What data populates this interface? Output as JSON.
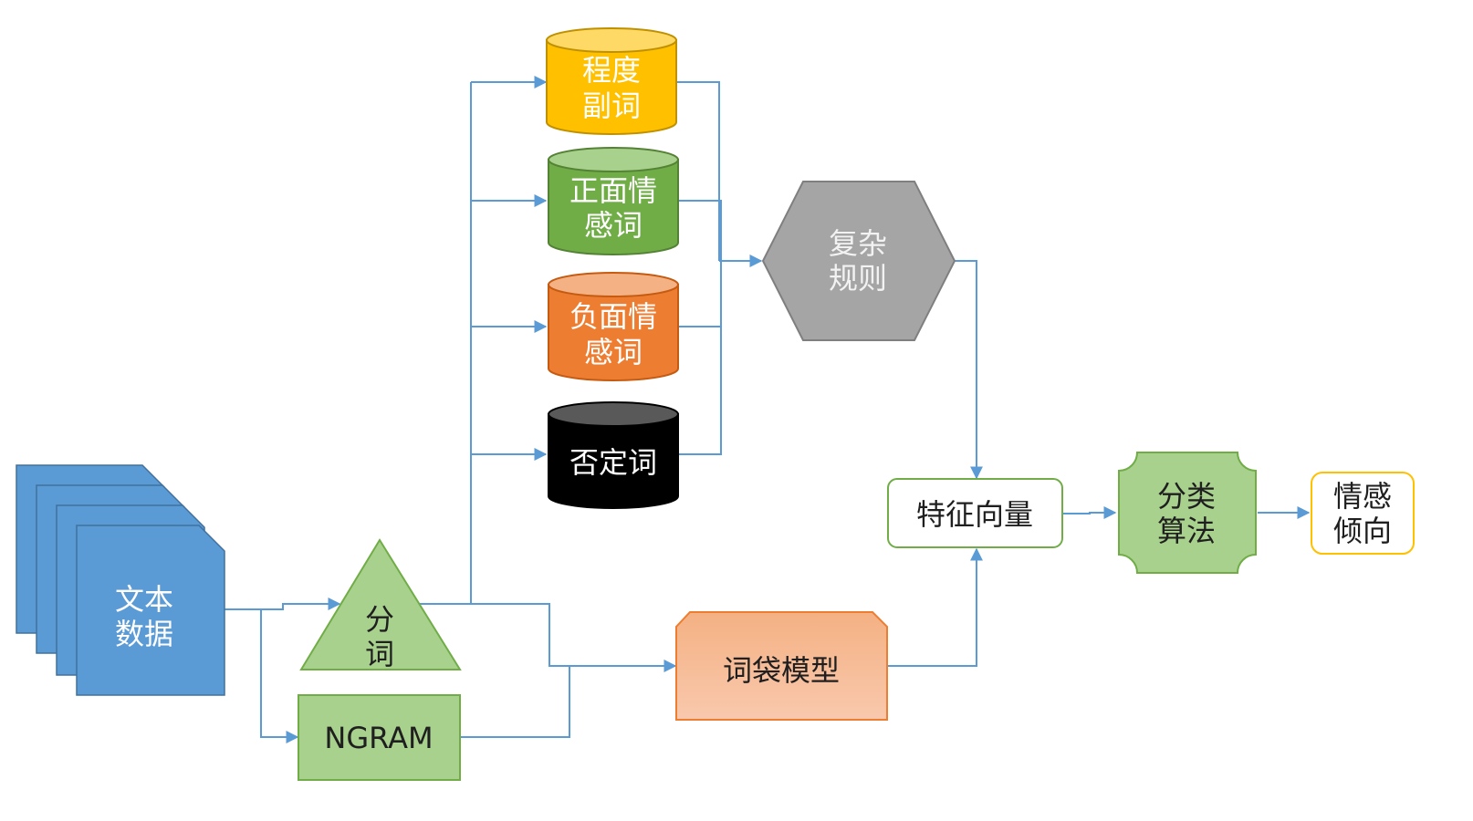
{
  "nodes": {
    "text_data": {
      "line1": "文本",
      "line2": "数据"
    },
    "segment": {
      "line1": "分",
      "line2": "词"
    },
    "ngram": {
      "label": "NGRAM"
    },
    "degree_adv": {
      "line1": "程度",
      "line2": "副词"
    },
    "positive": {
      "line1": "正面情",
      "line2": "感词"
    },
    "negative": {
      "line1": "负面情",
      "line2": "感词"
    },
    "negation": {
      "label": "否定词"
    },
    "complex": {
      "line1": "复杂",
      "line2": "规则"
    },
    "feature_vec": {
      "label": "特征向量"
    },
    "bow": {
      "label": "词袋模型"
    },
    "classifier": {
      "line1": "分类",
      "line2": "算法"
    },
    "sentiment": {
      "line1": "情感",
      "line2": "倾向"
    }
  },
  "colors": {
    "blue_doc": "#5b9bd5",
    "green": "#a9d18e",
    "yellow": "#ffc000",
    "orange": "#ed7d31",
    "salmon": "#f8b494",
    "grey": "#a5a5a5",
    "black": "#000000",
    "connector": "#5b9bd5"
  }
}
